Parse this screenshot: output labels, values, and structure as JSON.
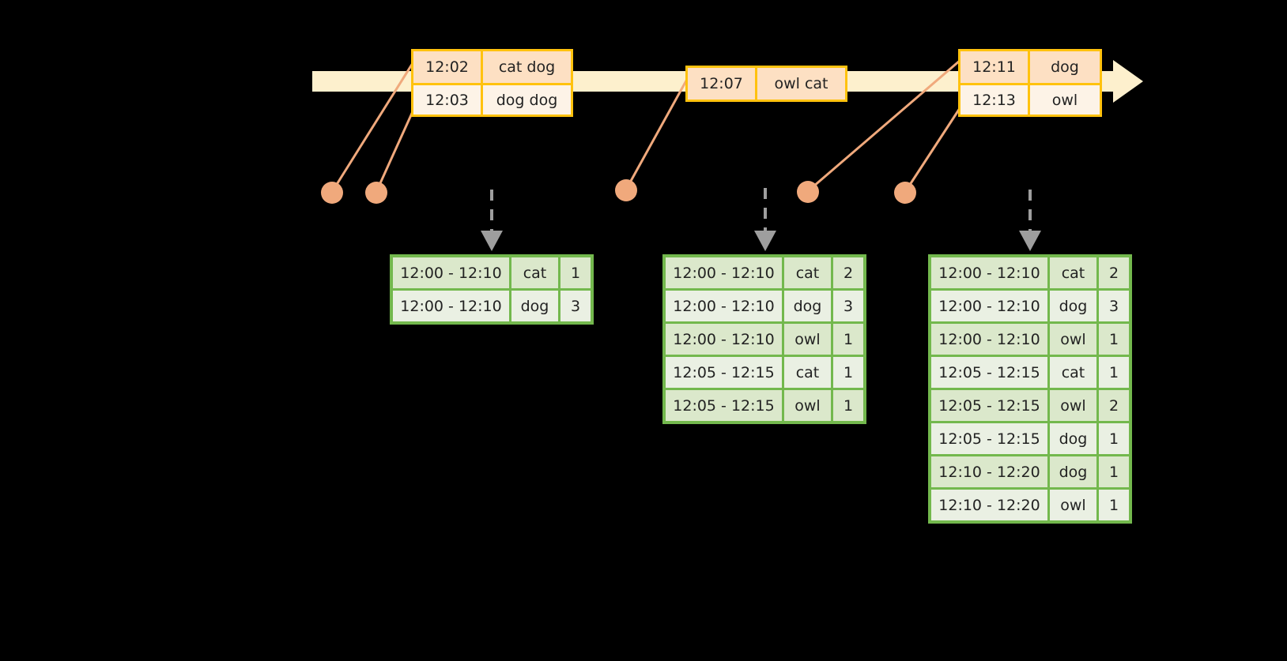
{
  "timeline": {
    "name": "event-stream-timeline",
    "bar_color": "#fdf0cd",
    "border_color": "#ffc20e",
    "event_groups": [
      {
        "name": "event-group-1",
        "rows": [
          {
            "time": "12:02",
            "value": "cat dog"
          },
          {
            "time": "12:03",
            "value": "dog dog"
          }
        ]
      },
      {
        "name": "event-group-2",
        "rows": [
          {
            "time": "12:07",
            "value": "owl cat"
          }
        ]
      },
      {
        "name": "event-group-3",
        "rows": [
          {
            "time": "12:11",
            "value": "dog"
          },
          {
            "time": "12:13",
            "value": "owl"
          }
        ]
      }
    ]
  },
  "markers": {
    "color": "#f0a97c",
    "dots": [
      {
        "name": "event-marker-1202"
      },
      {
        "name": "event-marker-1203"
      },
      {
        "name": "event-marker-1207"
      },
      {
        "name": "event-marker-1211"
      },
      {
        "name": "event-marker-1213"
      }
    ]
  },
  "results": {
    "accent_color": "#73b84d",
    "columns": [
      "window",
      "key",
      "count"
    ],
    "tables": [
      {
        "name": "result-table-1",
        "rows": [
          {
            "window": "12:00 - 12:10",
            "key": "cat",
            "count": "1"
          },
          {
            "window": "12:00 - 12:10",
            "key": "dog",
            "count": "3"
          }
        ]
      },
      {
        "name": "result-table-2",
        "rows": [
          {
            "window": "12:00 - 12:10",
            "key": "cat",
            "count": "2"
          },
          {
            "window": "12:00 - 12:10",
            "key": "dog",
            "count": "3"
          },
          {
            "window": "12:00 - 12:10",
            "key": "owl",
            "count": "1"
          },
          {
            "window": "12:05 - 12:15",
            "key": "cat",
            "count": "1"
          },
          {
            "window": "12:05 - 12:15",
            "key": "owl",
            "count": "1"
          }
        ]
      },
      {
        "name": "result-table-3",
        "rows": [
          {
            "window": "12:00 - 12:10",
            "key": "cat",
            "count": "2"
          },
          {
            "window": "12:00 - 12:10",
            "key": "dog",
            "count": "3"
          },
          {
            "window": "12:00 - 12:10",
            "key": "owl",
            "count": "1"
          },
          {
            "window": "12:05 - 12:15",
            "key": "cat",
            "count": "1"
          },
          {
            "window": "12:05 - 12:15",
            "key": "owl",
            "count": "2"
          },
          {
            "window": "12:05 - 12:15",
            "key": "dog",
            "count": "1"
          },
          {
            "window": "12:10 - 12:20",
            "key": "dog",
            "count": "1"
          },
          {
            "window": "12:10 - 12:20",
            "key": "owl",
            "count": "1"
          }
        ]
      }
    ]
  },
  "emit_arrows": {
    "color": "#9e9e9e",
    "style": "dashed",
    "items": [
      {
        "name": "emit-arrow-1"
      },
      {
        "name": "emit-arrow-2"
      },
      {
        "name": "emit-arrow-3"
      }
    ]
  }
}
